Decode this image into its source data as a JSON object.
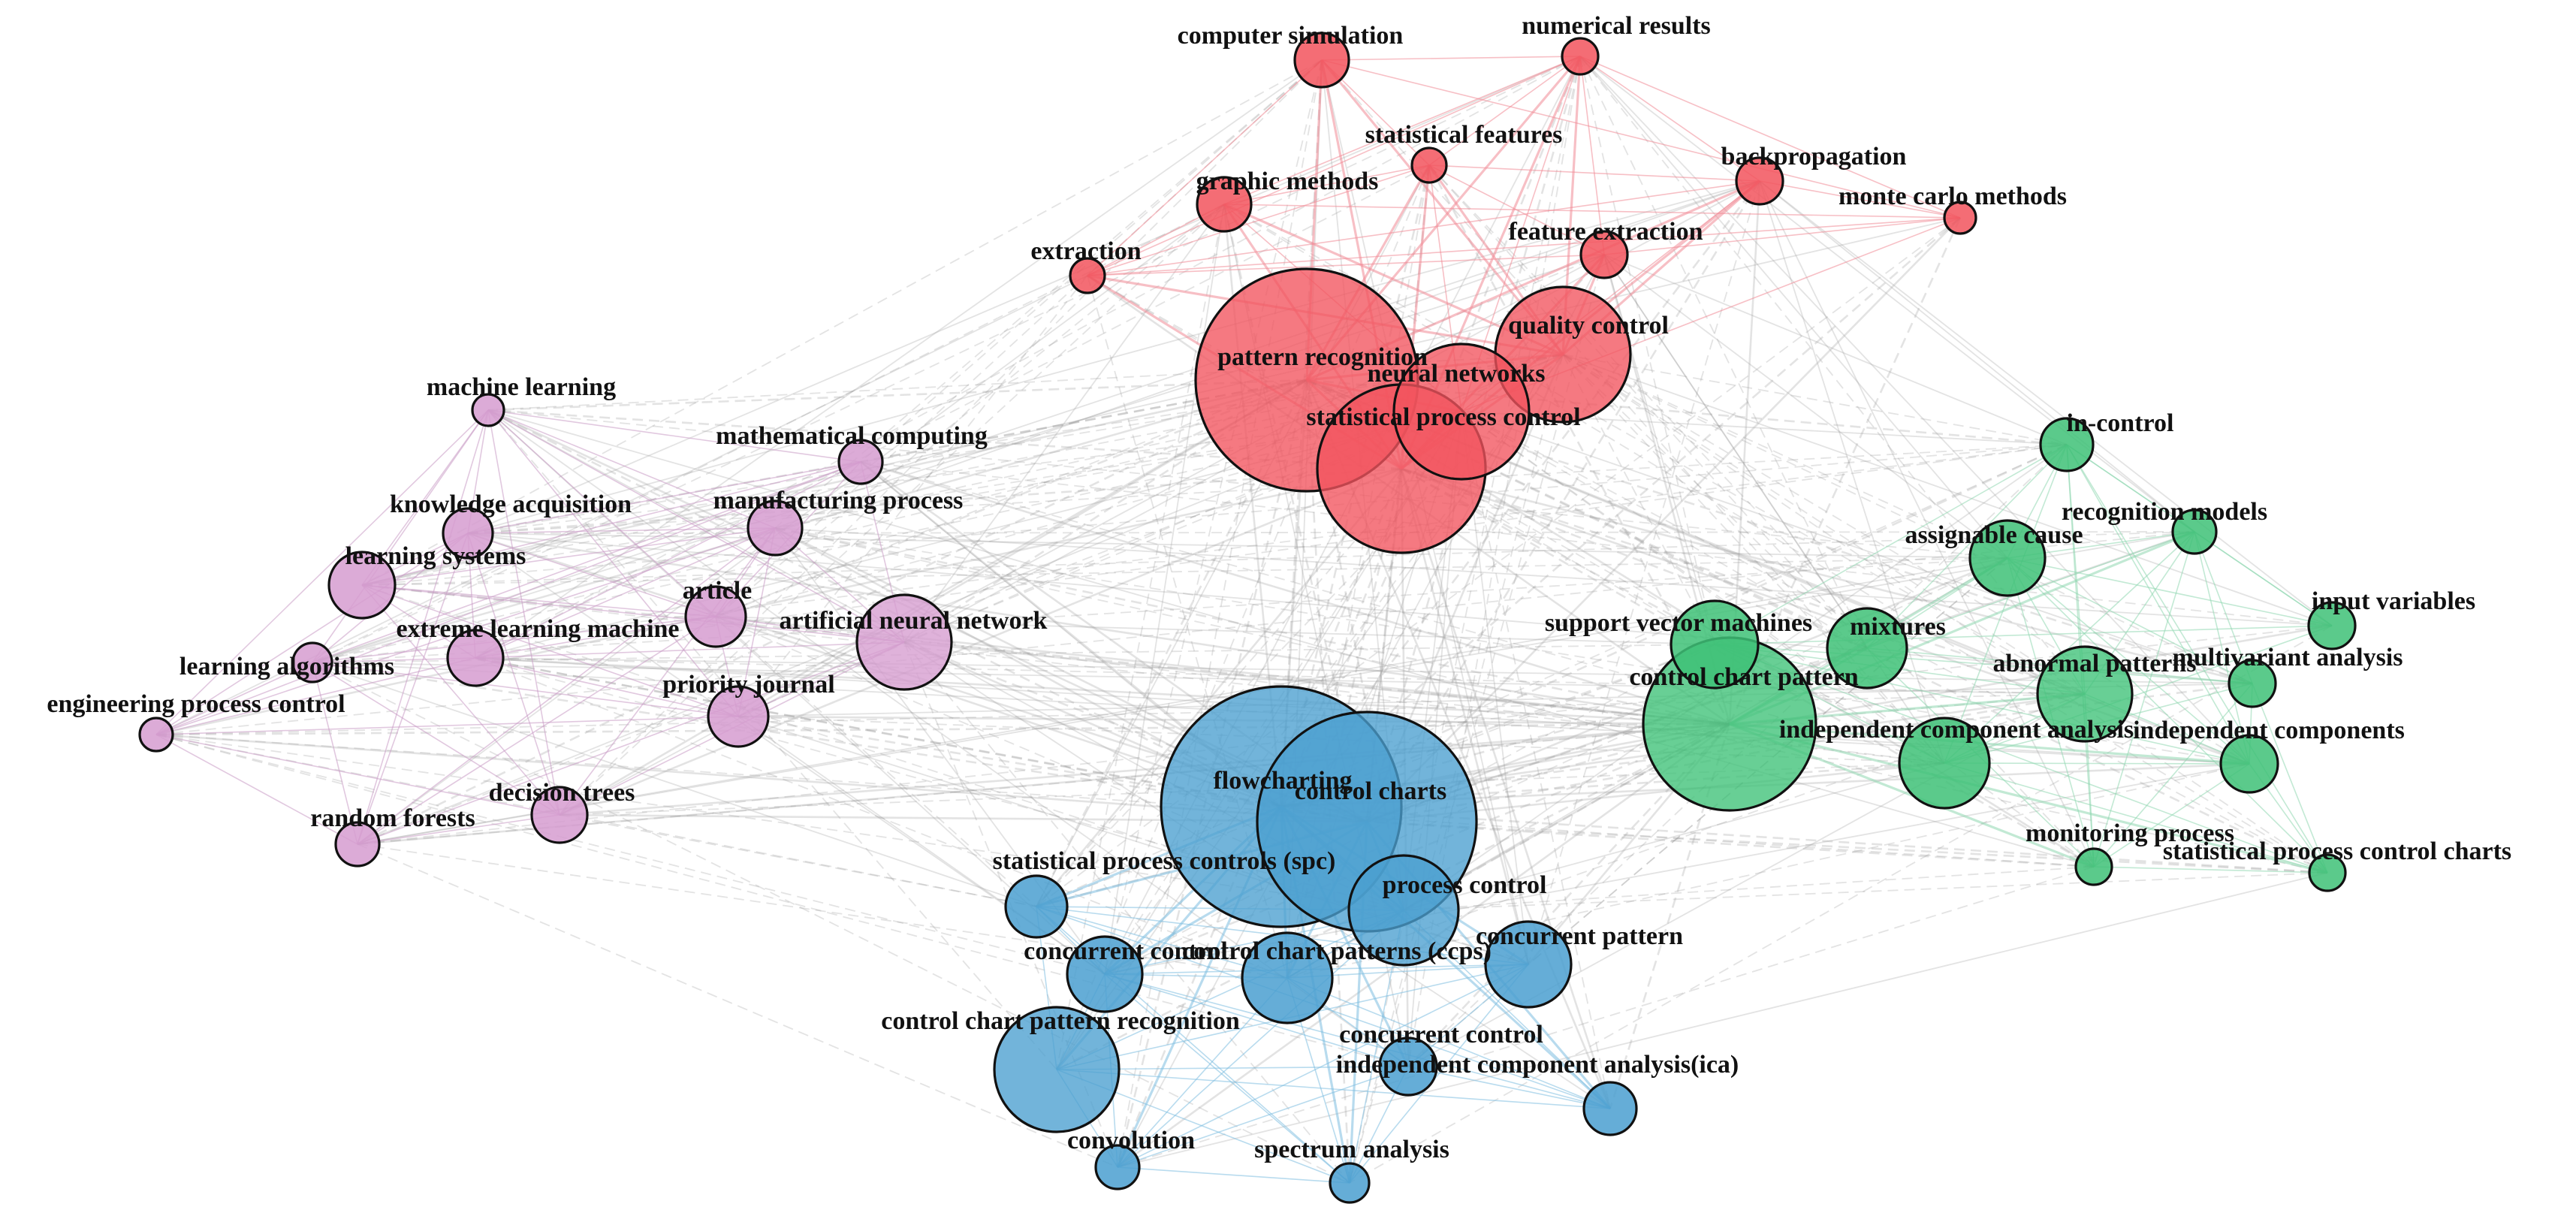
{
  "figure": {
    "type": "keyword co-occurrence network",
    "clusters": [
      {
        "id": "red",
        "color": "#f2535d",
        "edge_color": "#f08a96"
      },
      {
        "id": "purple",
        "color": "#d69cd0",
        "edge_color": "#c89bc4"
      },
      {
        "id": "green",
        "color": "#3ec177",
        "edge_color": "#8fd7b0"
      },
      {
        "id": "blue",
        "color": "#4a9fd0",
        "edge_color": "#7dbde0"
      }
    ],
    "background_edge_color": "#9a9a9a"
  },
  "nodes": [
    {
      "id": "computer_simulation",
      "label": "computer simulation",
      "cluster": "red",
      "weight": 2
    },
    {
      "id": "numerical_results",
      "label": "numerical results",
      "cluster": "red",
      "weight": 1
    },
    {
      "id": "statistical_features",
      "label": "statistical features",
      "cluster": "red",
      "weight": 1
    },
    {
      "id": "backpropagation",
      "label": "backpropagation",
      "cluster": "red",
      "weight": 2
    },
    {
      "id": "graphic_methods",
      "label": "graphic methods",
      "cluster": "red",
      "weight": 2
    },
    {
      "id": "monte_carlo_methods",
      "label": "monte carlo methods",
      "cluster": "red",
      "weight": 1
    },
    {
      "id": "extraction",
      "label": "extraction",
      "cluster": "red",
      "weight": 1
    },
    {
      "id": "feature_extraction",
      "label": "feature extraction",
      "cluster": "red",
      "weight": 2
    },
    {
      "id": "quality_control",
      "label": "quality control",
      "cluster": "red",
      "weight": 9
    },
    {
      "id": "pattern_recognition",
      "label": "pattern recognition",
      "cluster": "red",
      "weight": 18
    },
    {
      "id": "neural_networks",
      "label": "neural networks",
      "cluster": "red",
      "weight": 8
    },
    {
      "id": "statistical_process_control",
      "label": "statistical process control",
      "cluster": "red",
      "weight": 12
    },
    {
      "id": "machine_learning",
      "label": "machine learning",
      "cluster": "purple",
      "weight": 1
    },
    {
      "id": "mathematical_computing",
      "label": "mathematical computing",
      "cluster": "purple",
      "weight": 1
    },
    {
      "id": "knowledge_acquisition",
      "label": "knowledge acquisition",
      "cluster": "purple",
      "weight": 2
    },
    {
      "id": "manufacturing_process",
      "label": "manufacturing process",
      "cluster": "purple",
      "weight": 2
    },
    {
      "id": "learning_systems",
      "label": "learning systems",
      "cluster": "purple",
      "weight": 3
    },
    {
      "id": "article",
      "label": "article",
      "cluster": "purple",
      "weight": 2
    },
    {
      "id": "learning_algorithms",
      "label": "learning algorithms",
      "cluster": "purple",
      "weight": 1
    },
    {
      "id": "extreme_learning_machine",
      "label": "extreme learning machine",
      "cluster": "purple",
      "weight": 2
    },
    {
      "id": "artificial_neural_network",
      "label": "artificial neural network",
      "cluster": "purple",
      "weight": 5
    },
    {
      "id": "engineering_process_control",
      "label": "engineering process control",
      "cluster": "purple",
      "weight": 1
    },
    {
      "id": "priority_journal",
      "label": "priority journal",
      "cluster": "purple",
      "weight": 2
    },
    {
      "id": "decision_trees",
      "label": "decision trees",
      "cluster": "purple",
      "weight": 2
    },
    {
      "id": "random_forests",
      "label": "random forests",
      "cluster": "purple",
      "weight": 1
    },
    {
      "id": "in_control",
      "label": "in-control",
      "cluster": "green",
      "weight": 1
    },
    {
      "id": "recognition_models",
      "label": "recognition models",
      "cluster": "green",
      "weight": 1
    },
    {
      "id": "assignable_cause",
      "label": "assignable cause",
      "cluster": "green",
      "weight": 3
    },
    {
      "id": "input_variables",
      "label": "input variables",
      "cluster": "green",
      "weight": 1
    },
    {
      "id": "support_vector_machines",
      "label": "support vector machines",
      "cluster": "green",
      "weight": 4
    },
    {
      "id": "mixtures",
      "label": "mixtures",
      "cluster": "green",
      "weight": 3
    },
    {
      "id": "multivariant_analysis",
      "label": "multivariant analysis",
      "cluster": "green",
      "weight": 1
    },
    {
      "id": "abnormal_patterns",
      "label": "abnormal patterns",
      "cluster": "green",
      "weight": 4
    },
    {
      "id": "control_chart_pattern",
      "label": "control chart pattern",
      "cluster": "green",
      "weight": 12
    },
    {
      "id": "independent_component_analysis",
      "label": "independent component analysis",
      "cluster": "green",
      "weight": 5
    },
    {
      "id": "independent_components",
      "label": "independent components",
      "cluster": "green",
      "weight": 2
    },
    {
      "id": "monitoring_process",
      "label": "monitoring process",
      "cluster": "green",
      "weight": 1
    },
    {
      "id": "spc_charts",
      "label": "statistical process control charts",
      "cluster": "green",
      "weight": 1
    },
    {
      "id": "flowcharting",
      "label": "flowcharting",
      "cluster": "blue",
      "weight": 18
    },
    {
      "id": "control_charts",
      "label": "control charts",
      "cluster": "blue",
      "weight": 16
    },
    {
      "id": "process_control",
      "label": "process control",
      "cluster": "blue",
      "weight": 5
    },
    {
      "id": "spcs",
      "label": "statistical process controls (spc)",
      "cluster": "blue",
      "weight": 2
    },
    {
      "id": "concurrent_control_chart",
      "label": "concurrent control",
      "cluster": "blue",
      "weight": 3
    },
    {
      "id": "ccps",
      "label": "control chart patterns (ccps)",
      "cluster": "blue",
      "weight": 4
    },
    {
      "id": "concurrent_pattern",
      "label": "concurrent pattern",
      "cluster": "blue",
      "weight": 4
    },
    {
      "id": "ccpr",
      "label": "control chart pattern recognition",
      "cluster": "blue",
      "weight": 7
    },
    {
      "id": "concurrent_control",
      "label": "concurrent control",
      "cluster": "blue",
      "weight": 2
    },
    {
      "id": "ica",
      "label": "independent component analysis(ica)",
      "cluster": "blue",
      "weight": 2
    },
    {
      "id": "convolution",
      "label": "convolution",
      "cluster": "blue",
      "weight": 1
    },
    {
      "id": "spectrum_analysis",
      "label": "spectrum analysis",
      "cluster": "blue",
      "weight": 1
    }
  ]
}
